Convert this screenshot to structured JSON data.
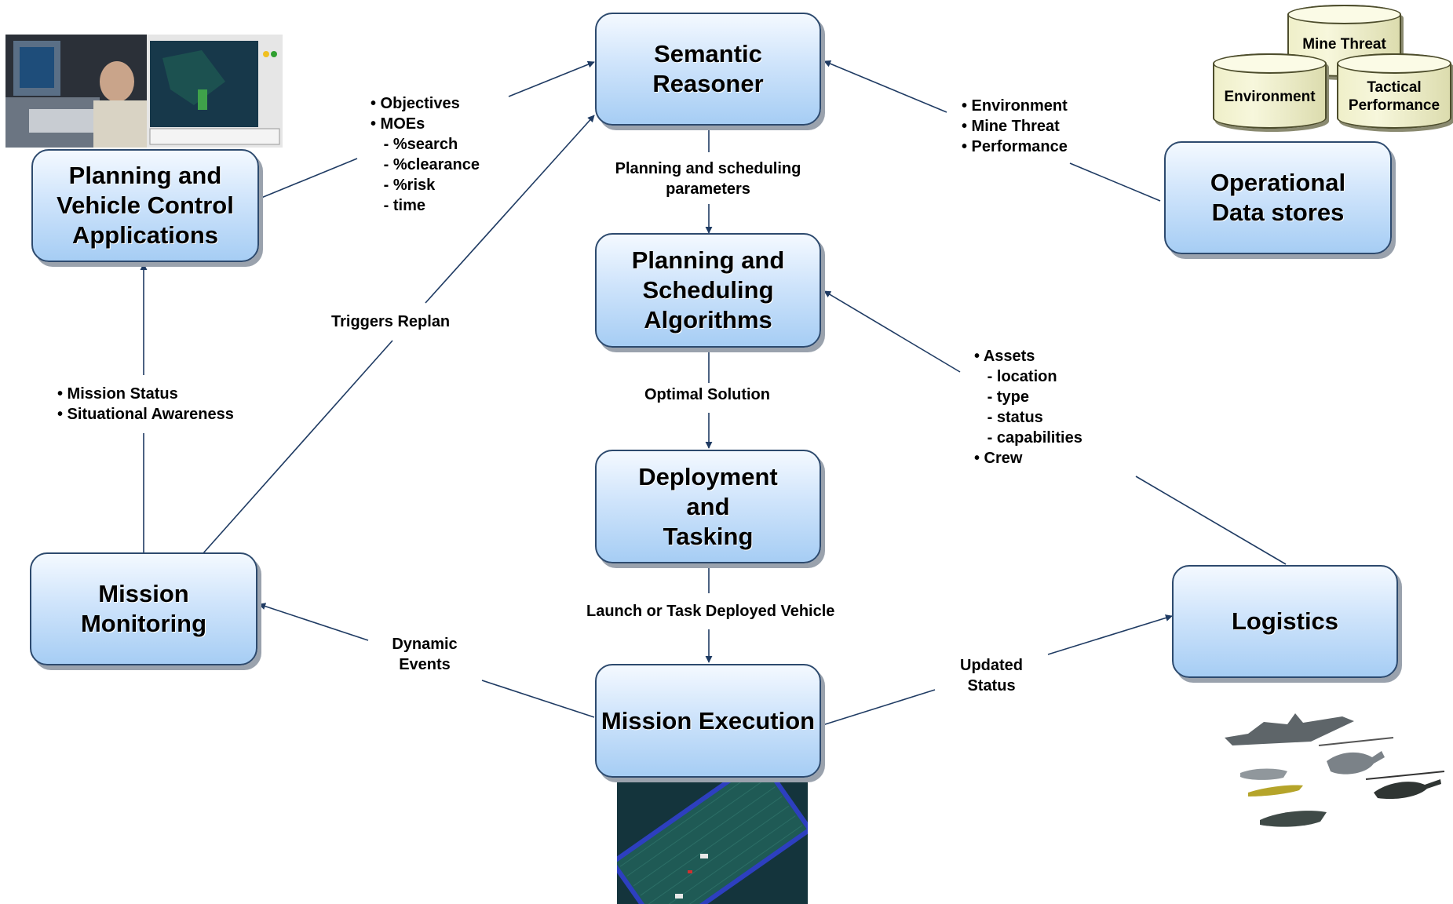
{
  "nodes": {
    "semantic_reasoner": "Semantic\nReasoner",
    "planning_scheduling": "Planning and\nScheduling\nAlgorithms",
    "deployment_tasking": "Deployment\nand\nTasking",
    "mission_execution": "Mission Execution",
    "planning_vehicle_control": "Planning and\nVehicle Control\nApplications",
    "mission_monitoring": "Mission\nMonitoring",
    "operational_data_stores": "Operational\nData stores",
    "logistics": "Logistics"
  },
  "datastores": {
    "mine_threat": "Mine Threat",
    "environment": "Environment",
    "tactical_performance": "Tactical\nPerformance"
  },
  "labels": {
    "objectives": "• Objectives\n• MOEs\n   - %search\n   - %clearance\n   - %risk\n   - time",
    "env_threat_perf": "• Environment\n• Mine Threat\n• Performance",
    "planning_params": "Planning and scheduling\nparameters",
    "triggers_replan": "Triggers Replan",
    "mission_status": "• Mission Status\n• Situational Awareness",
    "optimal_solution": "Optimal Solution",
    "assets": "• Assets\n   - location\n   - type\n   - status\n   - capabilities\n• Crew",
    "launch_task": "Launch or Task Deployed Vehicle",
    "dynamic_events": "Dynamic\nEvents",
    "updated_status": "Updated\nStatus"
  },
  "colors": {
    "box_border": "#2d4a6e",
    "box_fill_top": "#f4f9ff",
    "box_fill_bottom": "#a6cdf4",
    "arrow": "#1f3b63",
    "cylinder_fill": "#efefc9"
  }
}
